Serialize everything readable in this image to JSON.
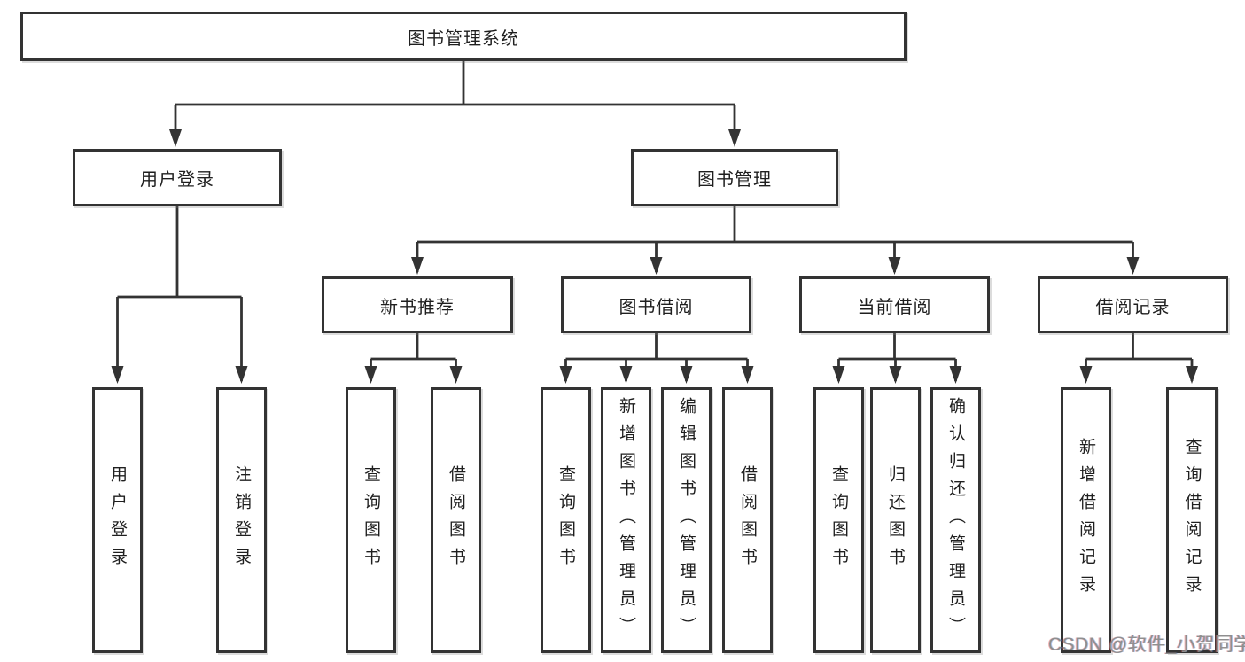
{
  "nodes": {
    "root": "图书管理系统",
    "user_login": "用户登录",
    "book_mgmt": "图书管理",
    "new_book_rec": "新书推荐",
    "book_borrow": "图书借阅",
    "current_borrow": "当前借阅",
    "borrow_records": "借阅记录",
    "leaves": {
      "user_login": [
        "用户登录",
        "注销登录"
      ],
      "new_book_rec": [
        "查询图书",
        "借阅图书"
      ],
      "book_borrow": [
        "查询图书",
        "新增图书（管理员）",
        "编辑图书（管理员）",
        "借阅图书"
      ],
      "current_borrow": [
        "查询图书",
        "归还图书",
        "确认归还（管理员）"
      ],
      "borrow_records": [
        "新增借阅记录",
        "查询借阅记录"
      ]
    }
  },
  "watermark": "CSDN @软件_小贺同学",
  "colors": {
    "line": "#333333",
    "text": "#1f1f1f",
    "background": "#ffffff",
    "watermark": "#8f8f8f"
  }
}
